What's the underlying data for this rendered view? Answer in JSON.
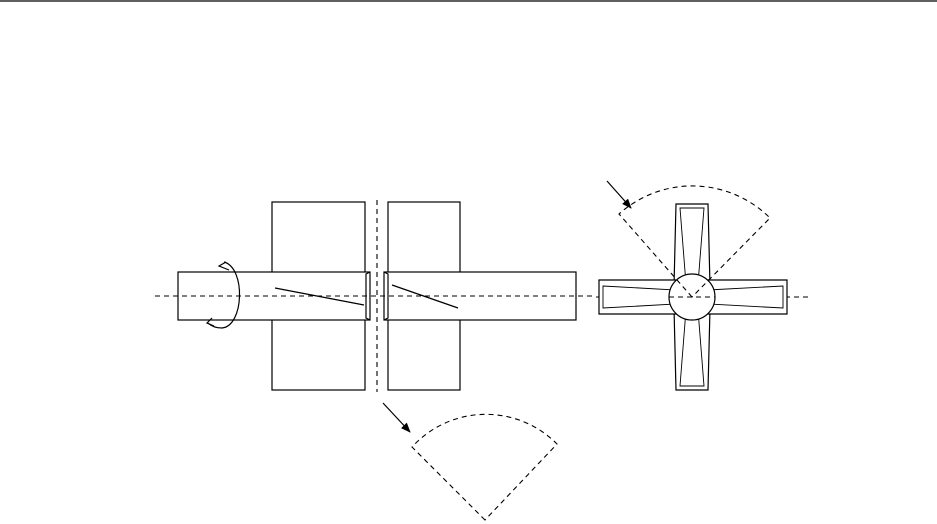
{
  "colors": {
    "stroke": "#000000",
    "background": "#ffffff"
  },
  "diagram": {
    "sheet_border": "top-rule",
    "views": [
      "shaft-side-view",
      "cross-shaped-rotor-end-view",
      "sector-indicator-lower",
      "sector-indicator-upper"
    ],
    "icons": [
      "rotation-arrow-icon",
      "pointer-arrow-icon"
    ]
  }
}
